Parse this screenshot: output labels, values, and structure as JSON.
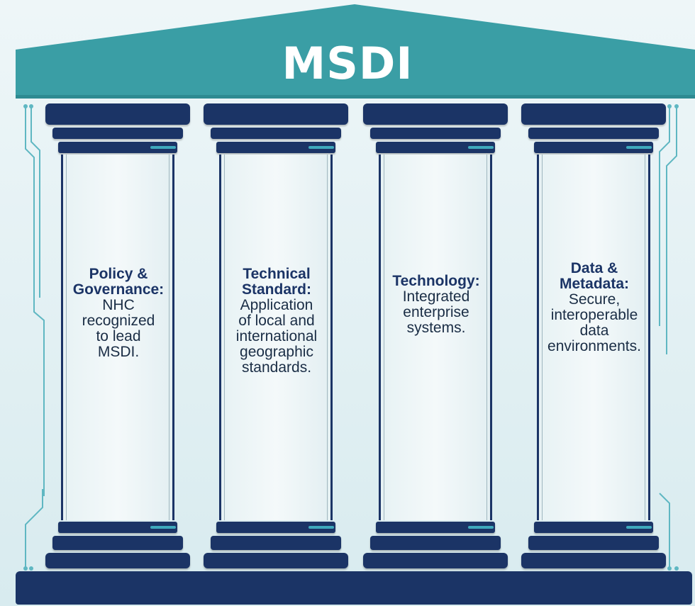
{
  "title": "MSDI",
  "colors": {
    "roof": "#3a9ea5",
    "pillar": "#1b3466",
    "accent": "#3fa9bd",
    "text": "#1a2d45",
    "background": "#e6f2f4"
  },
  "pillars": [
    {
      "heading_lines": [
        "Policy &",
        "Governance:"
      ],
      "body_lines": [
        "NHC",
        "recognized",
        "to lead",
        "MSDI."
      ]
    },
    {
      "heading_lines": [
        "Technical",
        "Standard:"
      ],
      "body_lines": [
        "Application",
        "of local and",
        "international",
        "geographic",
        "standards."
      ]
    },
    {
      "heading_lines": [
        "Technology:"
      ],
      "body_lines": [
        "Integrated",
        "enterprise",
        "systems."
      ]
    },
    {
      "heading_lines": [
        "Data &",
        "Metadata:"
      ],
      "body_lines": [
        "Secure,",
        "interoperable",
        "data",
        "environments."
      ]
    }
  ]
}
